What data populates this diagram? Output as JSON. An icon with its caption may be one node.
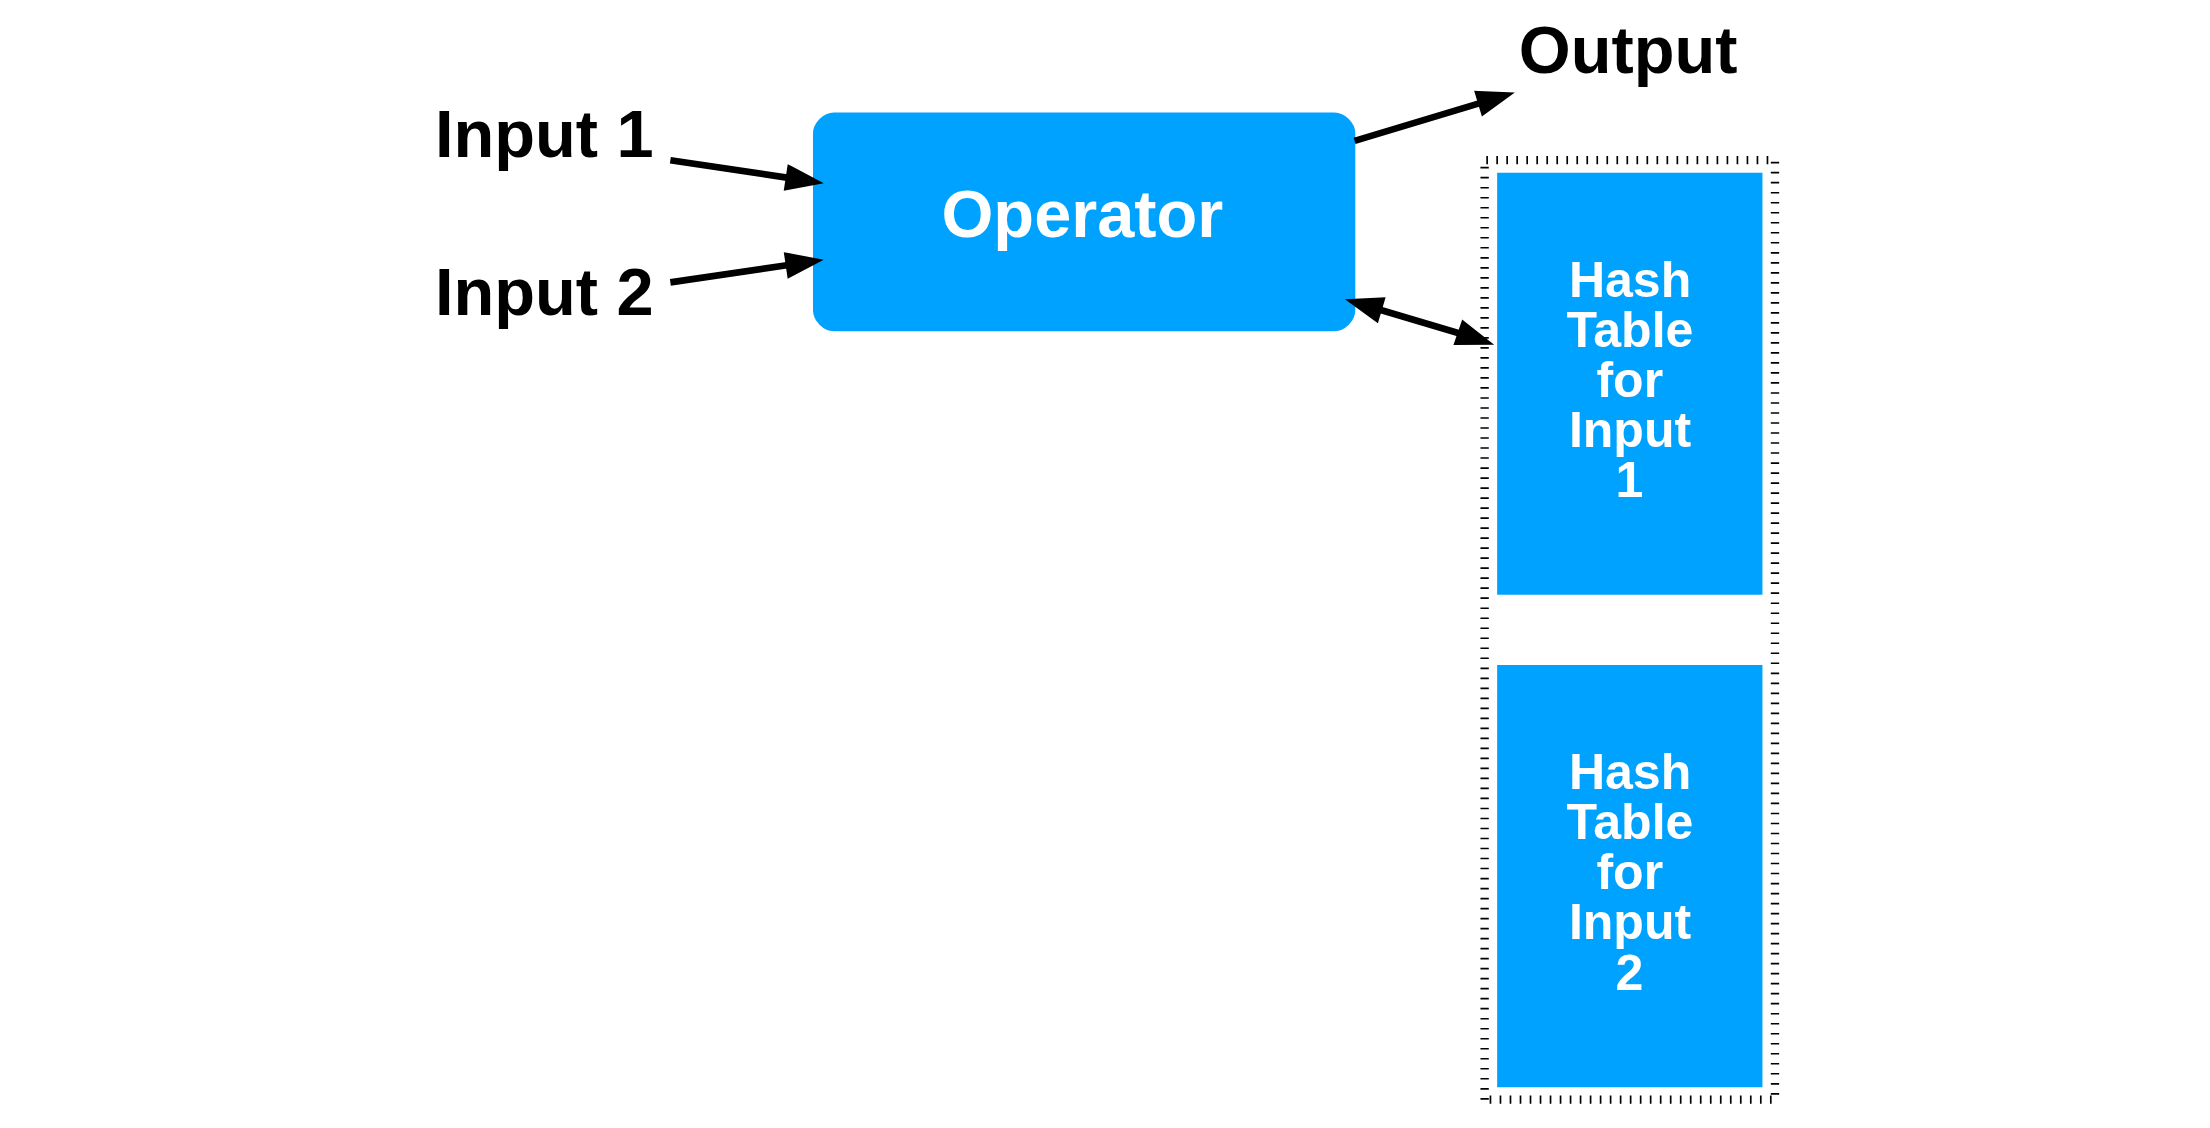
{
  "diagram": {
    "nodes": [
      {
        "text": [
          "Input 1"
        ]
      },
      {
        "text": [
          "Input 2"
        ]
      },
      {
        "text": [
          "Operator"
        ]
      },
      {
        "text": [
          "Output"
        ]
      },
      {
        "text": [],
        "shape": "box"
      },
      {
        "text": [
          "Hash Table for Input 1"
        ],
        "in": 4
      },
      {
        "text": [
          "Hash Table for Input 2"
        ],
        "in": 4
      }
    ],
    "edges": [
      {
        "from": 0,
        "to": 2,
        "arrow": "to"
      },
      {
        "from": 1,
        "to": 2,
        "arrow": "to"
      },
      {
        "from": 2,
        "to": 3,
        "arrow": "to"
      },
      {
        "from": 2,
        "to": 4,
        "arrow": "both"
      }
    ]
  }
}
